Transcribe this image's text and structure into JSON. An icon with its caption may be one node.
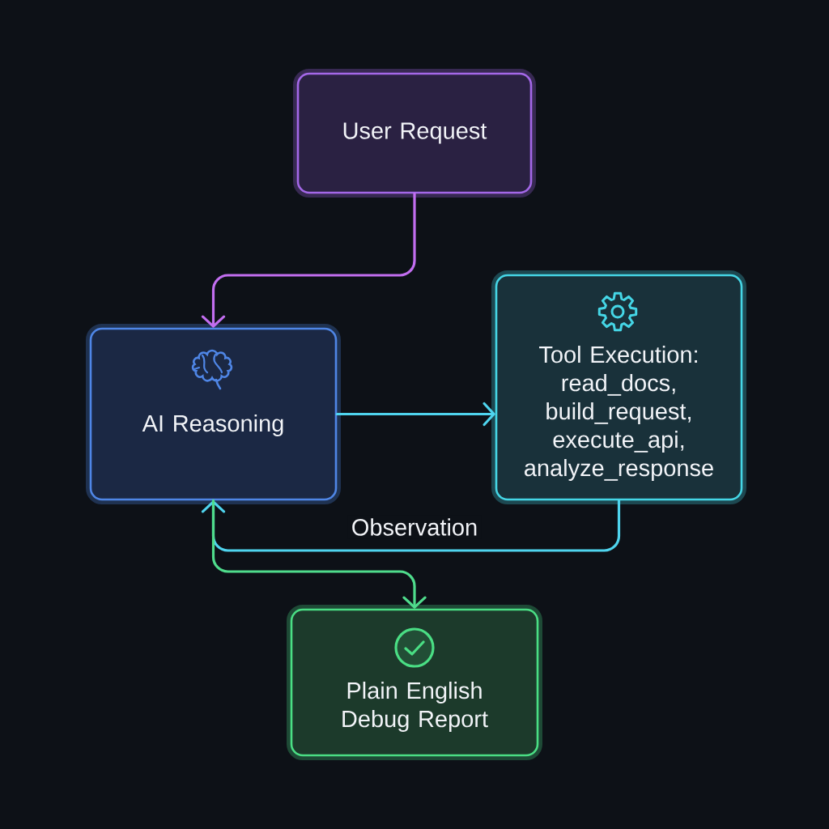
{
  "diagram": {
    "nodes": [
      {
        "text": [
          "User Request"
        ]
      },
      {
        "text": [
          "AI Reasoning"
        ]
      },
      {
        "text": [
          "Tool Execution: read_docs, build_request, execute_api, analyze_response"
        ]
      },
      {
        "text": [
          "Plain English Debug Report"
        ]
      }
    ],
    "edges": [
      {
        "from": 0,
        "to": 1,
        "arrow": "to",
        "color": "#c26ef0"
      },
      {
        "from": 1,
        "to": 2,
        "arrow": "to"
      },
      {
        "from": 2,
        "to": 1,
        "arrow": "to",
        "label": "Observation"
      },
      {
        "from": 1,
        "to": 3,
        "arrow": "to",
        "color": "#4fdc8c"
      }
    ]
  }
}
